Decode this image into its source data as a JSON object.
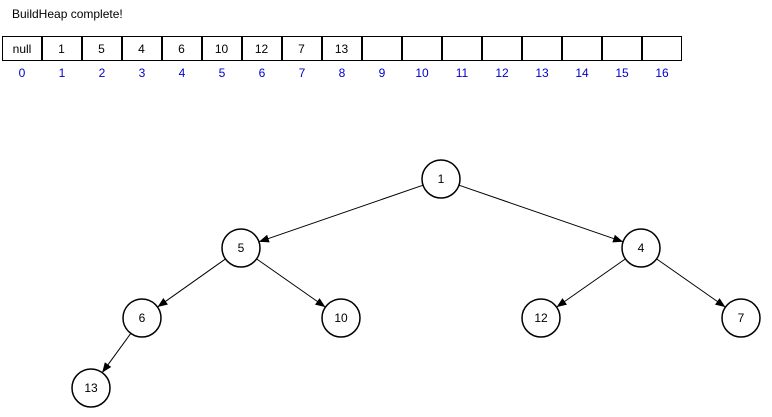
{
  "status_text": "BuildHeap complete!",
  "heap_array": {
    "cells": [
      {
        "index": "0",
        "value": "null"
      },
      {
        "index": "1",
        "value": "1"
      },
      {
        "index": "2",
        "value": "5"
      },
      {
        "index": "3",
        "value": "4"
      },
      {
        "index": "4",
        "value": "6"
      },
      {
        "index": "5",
        "value": "10"
      },
      {
        "index": "6",
        "value": "12"
      },
      {
        "index": "7",
        "value": "7"
      },
      {
        "index": "8",
        "value": "13"
      },
      {
        "index": "9",
        "value": ""
      },
      {
        "index": "10",
        "value": ""
      },
      {
        "index": "11",
        "value": ""
      },
      {
        "index": "12",
        "value": ""
      },
      {
        "index": "13",
        "value": ""
      },
      {
        "index": "14",
        "value": ""
      },
      {
        "index": "15",
        "value": ""
      },
      {
        "index": "16",
        "value": ""
      }
    ],
    "index_color": "#0000cc"
  },
  "tree": {
    "nodes": [
      {
        "id": "n1",
        "label": "1"
      },
      {
        "id": "n2",
        "label": "5"
      },
      {
        "id": "n3",
        "label": "4"
      },
      {
        "id": "n4",
        "label": "6"
      },
      {
        "id": "n5",
        "label": "10"
      },
      {
        "id": "n6",
        "label": "12"
      },
      {
        "id": "n7",
        "label": "7"
      },
      {
        "id": "n8",
        "label": "13"
      }
    ],
    "edges": [
      {
        "from": "n1",
        "to": "n2"
      },
      {
        "from": "n1",
        "to": "n3"
      },
      {
        "from": "n2",
        "to": "n4"
      },
      {
        "from": "n2",
        "to": "n5"
      },
      {
        "from": "n3",
        "to": "n6"
      },
      {
        "from": "n3",
        "to": "n7"
      },
      {
        "from": "n4",
        "to": "n8"
      }
    ]
  }
}
